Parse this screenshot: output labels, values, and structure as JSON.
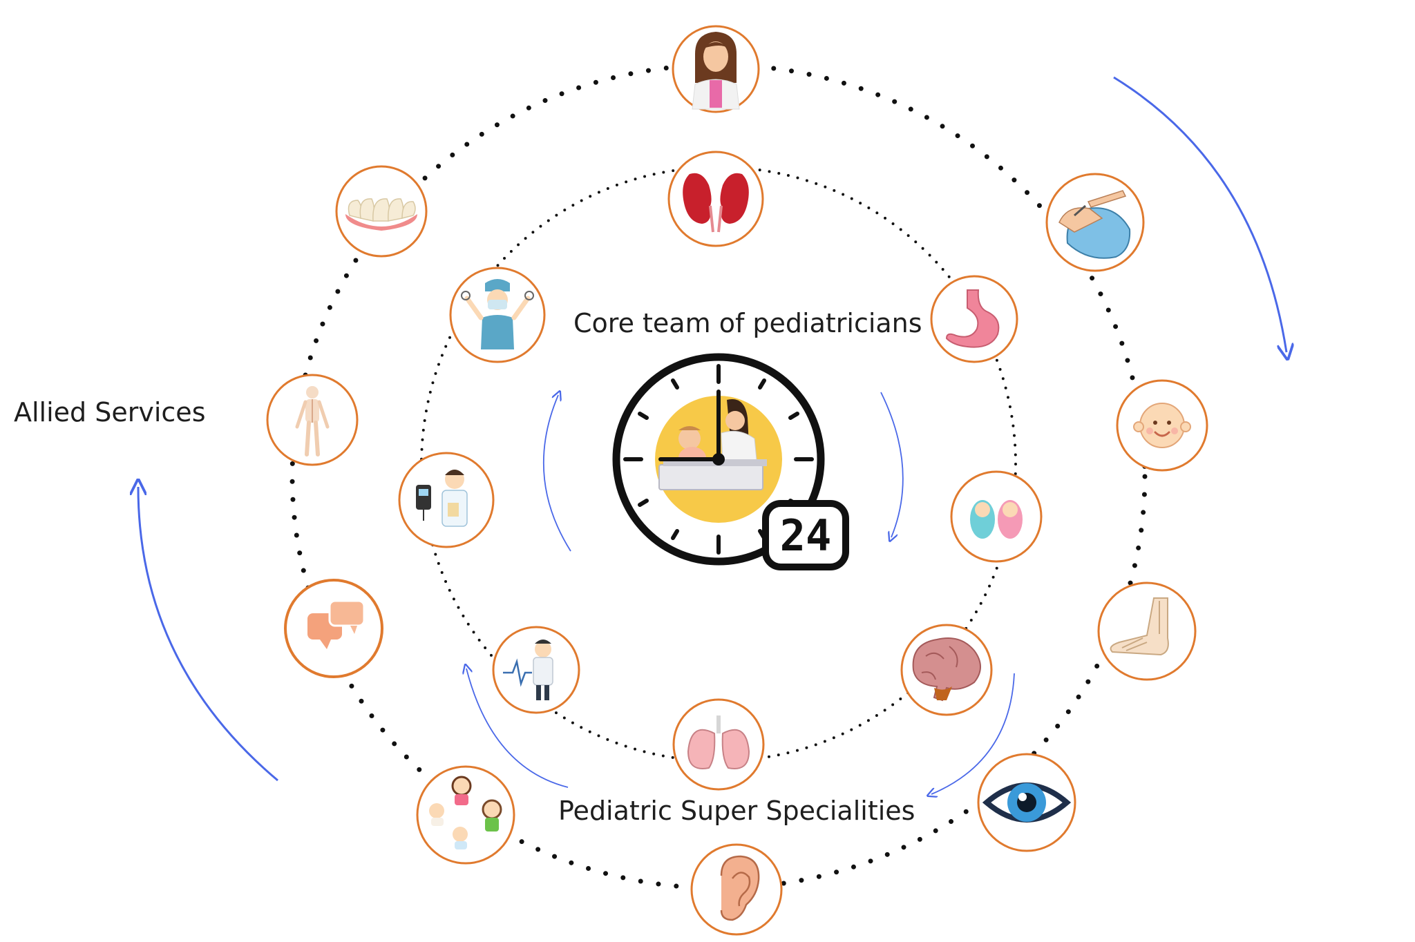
{
  "labels": {
    "core": "Core team of  pediatricians",
    "super": "Pediatric Super Specialities",
    "allied": "Allied Services"
  },
  "clock": {
    "badge": "24"
  },
  "colors": {
    "ring": "#e07a2e",
    "arrow": "#4a68e8",
    "dots": "#111111",
    "clock_face": "#f7c948"
  },
  "outer_ring_icons": [
    "female-doctor-icon",
    "anesthesia-icon",
    "baby-face-icon",
    "foot-bones-icon",
    "eye-icon",
    "ear-icon",
    "children-group-icon",
    "speech-bubbles-icon",
    "skeleton-icon",
    "teeth-icon"
  ],
  "inner_ring_icons": [
    "kidneys-icon",
    "stomach-icon",
    "newborns-icon",
    "brain-icon",
    "lungs-icon",
    "cardiologist-icon",
    "endocrinologist-icon",
    "surgeon-icon"
  ]
}
